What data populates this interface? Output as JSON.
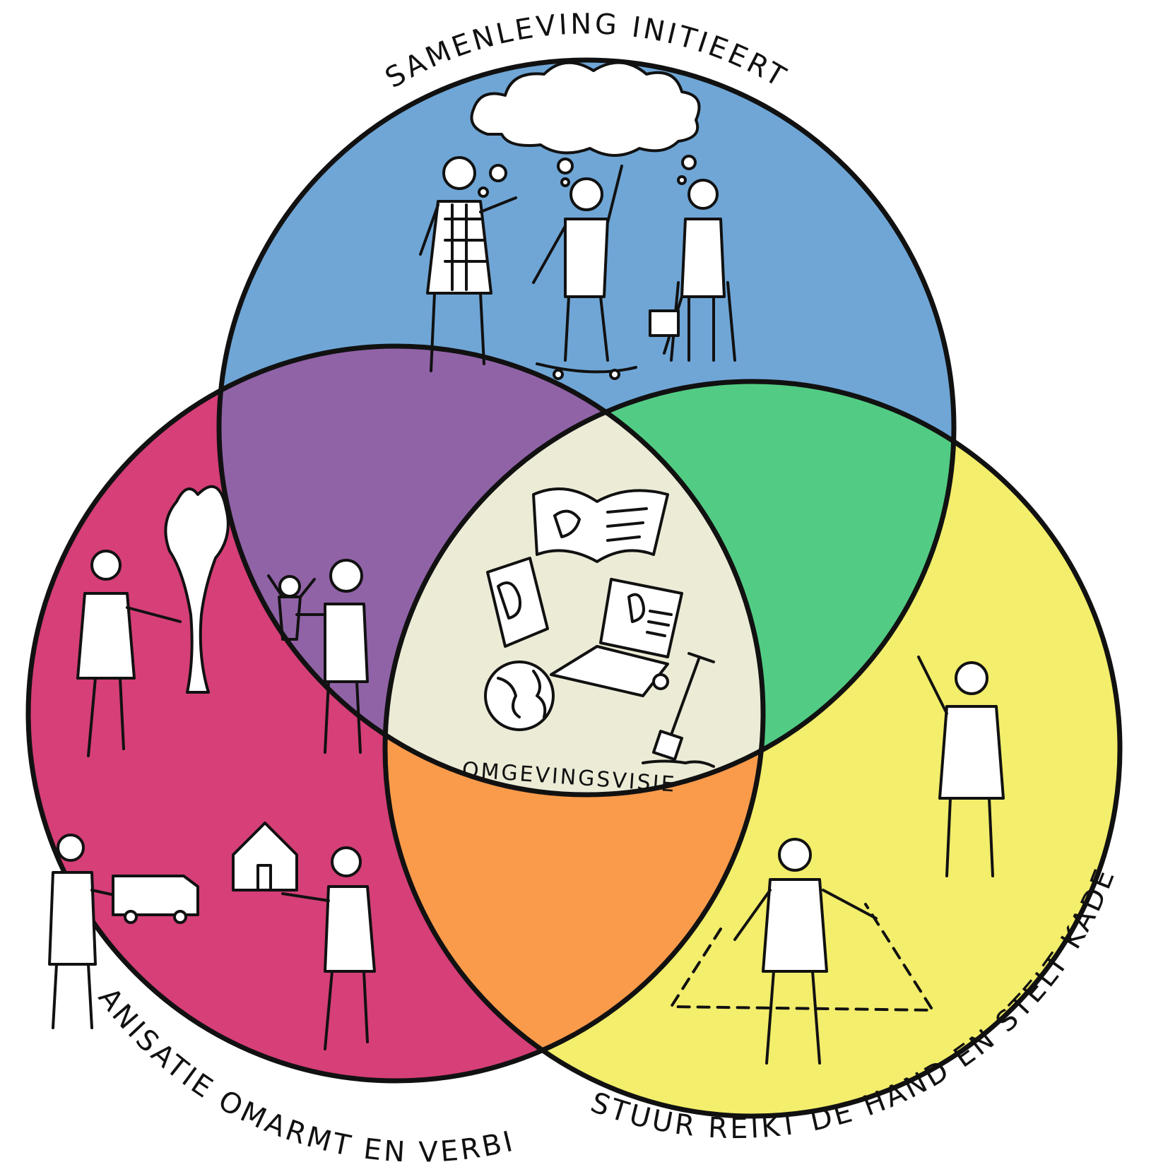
{
  "diagram": {
    "circles": [
      {
        "key": "society",
        "label": "SAMENLEVING INITIEERT",
        "color": "#6fa6d6"
      },
      {
        "key": "organisation",
        "label": "ORGANISATIE OMARMT EN VERBINDT",
        "color": "#d63f78"
      },
      {
        "key": "government",
        "label": "BESTUUR REIKT DE HAND EN STELT KADERS",
        "color": "#f3ee6b"
      }
    ],
    "overlaps": {
      "society_organisation": "#9063a7",
      "society_government": "#52cc84",
      "organisation_government": "#f99b4b",
      "center": "#ecebd6"
    },
    "center_label": "OMGEVINGSVISIE",
    "center_icons": [
      "book-map-icon",
      "phone-map-icon",
      "laptop-icon",
      "globe-icon",
      "shovel-icon"
    ]
  }
}
